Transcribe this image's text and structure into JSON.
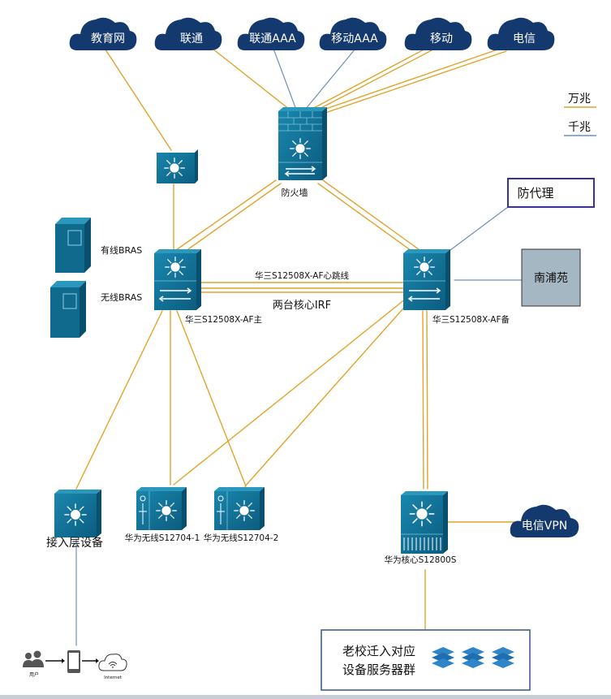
{
  "clouds": {
    "edu": "教育网",
    "unicom": "联通",
    "unicom_aaa": "联通AAA",
    "mobile_aaa": "移动AAA",
    "mobile": "移动",
    "telecom": "电信",
    "telecom_vpn": "电信VPN"
  },
  "legend": {
    "ten_gig": "万兆",
    "gig": "千兆"
  },
  "nodes": {
    "firewall": "防火墙",
    "proxy": "防代理",
    "nanpu": "南浦苑",
    "wired_bras": "有线BRAS",
    "wireless_bras": "无线BRAS",
    "core_main": "华三S12508X-AF主",
    "core_backup": "华三S12508X-AF备",
    "heartbeat": "华三S12508X-AF心跳线",
    "irf": "两台核心IRF",
    "access": "接入层设备",
    "wireless1": "华为无线S12704-1",
    "wireless2": "华为无线S12704-2",
    "huawei_core": "华为核心S12800S",
    "server_group_line1": "老校迁入对应",
    "server_group_line2": "设备服务器群",
    "user": "用户",
    "internet": "Internet"
  },
  "colors": {
    "ten_gig_line": "#e0a42a",
    "gig_line": "#6f8fb8",
    "device_blue": "#0f6a8e",
    "cloud_navy": "#14396f",
    "proxy_border": "#3a3196",
    "nanpu_fill": "#a6b7c4"
  }
}
